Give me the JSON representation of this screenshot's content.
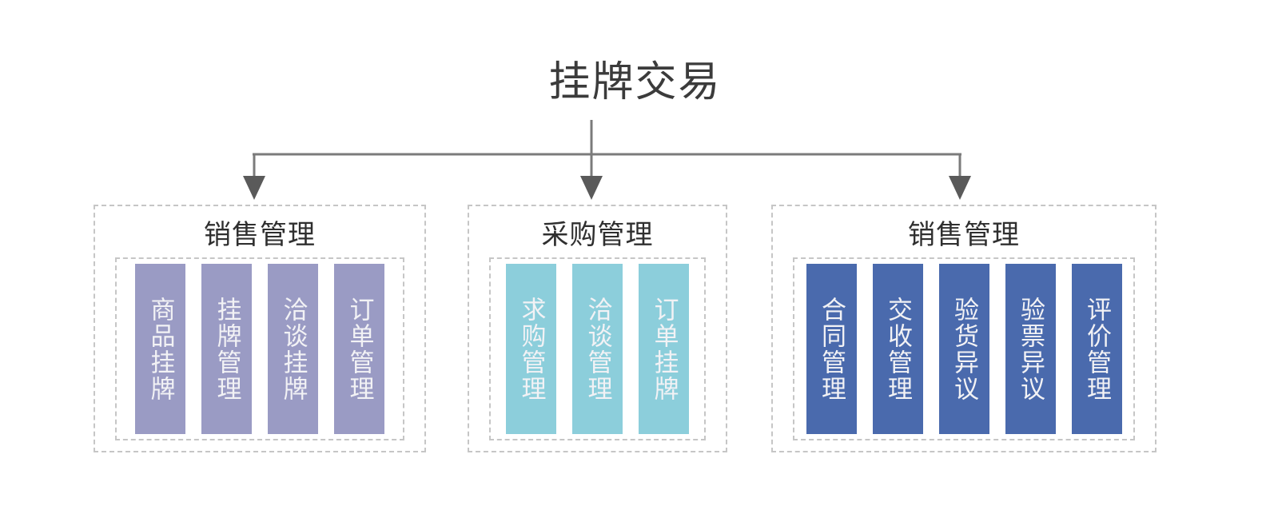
{
  "diagram": {
    "root_title": "挂牌交易",
    "connector": {
      "line_color": "#7b7b7b",
      "arrow_color": "#5a5a5a",
      "arrow_count": 3
    },
    "groups": [
      {
        "id": "sales-management-1",
        "title": "销售管理",
        "accent_color": "#9a9bc4",
        "items": [
          {
            "label": "商品挂牌"
          },
          {
            "label": "挂牌管理"
          },
          {
            "label": "洽谈挂牌"
          },
          {
            "label": "订单管理"
          }
        ]
      },
      {
        "id": "procurement-management",
        "title": "采购管理",
        "accent_color": "#8ccedb",
        "items": [
          {
            "label": "求购管理"
          },
          {
            "label": "洽谈管理"
          },
          {
            "label": "订单挂牌"
          }
        ]
      },
      {
        "id": "sales-management-2",
        "title": "销售管理",
        "accent_color": "#4a6aad",
        "items": [
          {
            "label": "合同管理"
          },
          {
            "label": "交收管理"
          },
          {
            "label": "验货异议"
          },
          {
            "label": "验票异议"
          },
          {
            "label": "评价管理"
          }
        ]
      }
    ]
  }
}
